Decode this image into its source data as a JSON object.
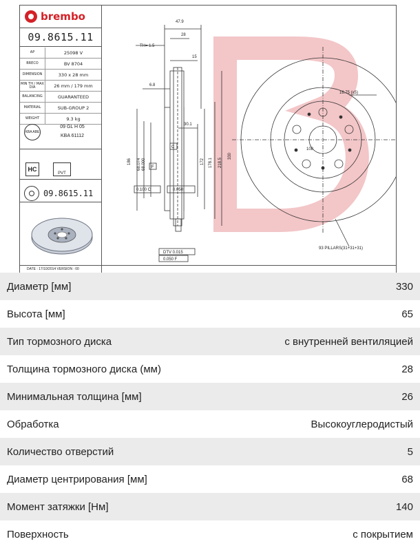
{
  "spec_sheet": {
    "brand": "brembo",
    "part_number": "09.8615.11",
    "rows": [
      {
        "key": "AP",
        "value": "25098 V"
      },
      {
        "key": "BRECO",
        "value": "BV 8704"
      },
      {
        "key": "DIMENSION",
        "value": "330 x 28 mm"
      },
      {
        "key": "MIN TH / MAX DIA",
        "value": "26 mm / 179 mm"
      },
      {
        "key": "BALANCING",
        "value": "GUARANTEED"
      },
      {
        "key": "MATERIAL",
        "value": "SUB-GROUP 2"
      },
      {
        "key": "WEIGHT",
        "value": "9.3 kg"
      }
    ],
    "kba_badge": "KBA ABE",
    "kba_line1": "09 GL H 05",
    "kba_line2": "KBA 61112",
    "hc_label": "HC",
    "pvt_label": "PVT",
    "part_number_bottom": "09.8615.11",
    "footer": "DATE : 17/10/2014 VERSION : 00"
  },
  "drawing_labels": {
    "d_47_9": "47.9",
    "d_28": "28",
    "th": "TH= 1.5",
    "d_15": "15",
    "d_6_8": "6.8",
    "d_30_1": "30.1",
    "d_186": "186",
    "d_68_074": "68.074",
    "d_68_000": "68.000",
    "d_172": "172",
    "d_178_1": "178.1",
    "d_218_5": "218.5",
    "d_330": "330",
    "c_label": "C",
    "f_label": "F",
    "tol_100": "0.100 C",
    "tol_050": "0.050",
    "dtv": "DTV 0.015",
    "tol_050f": "0.050 F",
    "bolt": "16.75 (x5)",
    "d_108": "108",
    "pillars": "93 PILLARS(31+31+31)"
  },
  "parameters": [
    {
      "label": "Диаметр [мм]",
      "value": "330"
    },
    {
      "label": "Высота [мм]",
      "value": "65"
    },
    {
      "label": "Тип тормозного диска",
      "value": "с внутренней вентиляцией"
    },
    {
      "label": "Толщина тормозного диска (мм)",
      "value": "28"
    },
    {
      "label": "Минимальная толщина [мм]",
      "value": "26"
    },
    {
      "label": "Обработка",
      "value": "Высокоуглеродистый"
    },
    {
      "label": "Количество отверстий",
      "value": "5"
    },
    {
      "label": "Диаметр центрирования [мм]",
      "value": "68"
    },
    {
      "label": "Момент затяжки [Нм]",
      "value": "140"
    },
    {
      "label": "Поверхность",
      "value": "с покрытием"
    }
  ],
  "colors": {
    "brand": "#d42127",
    "row_shade": "#ebebeb"
  }
}
